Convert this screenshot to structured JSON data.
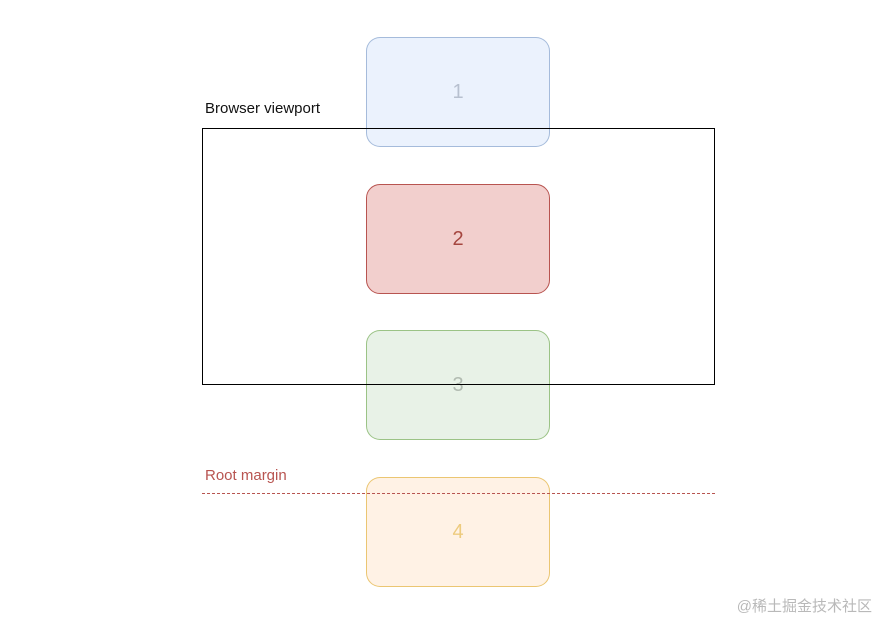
{
  "diagram": {
    "viewport_label": "Browser viewport",
    "root_margin_label": "Root margin",
    "boxes": [
      {
        "label": "1",
        "color": "#dae8fc"
      },
      {
        "label": "2",
        "color": "#f8cecc"
      },
      {
        "label": "3",
        "color": "#d5e8d4"
      },
      {
        "label": "4",
        "color": "#ffe6cc"
      }
    ]
  },
  "watermark": "@稀土掘金技术社区"
}
